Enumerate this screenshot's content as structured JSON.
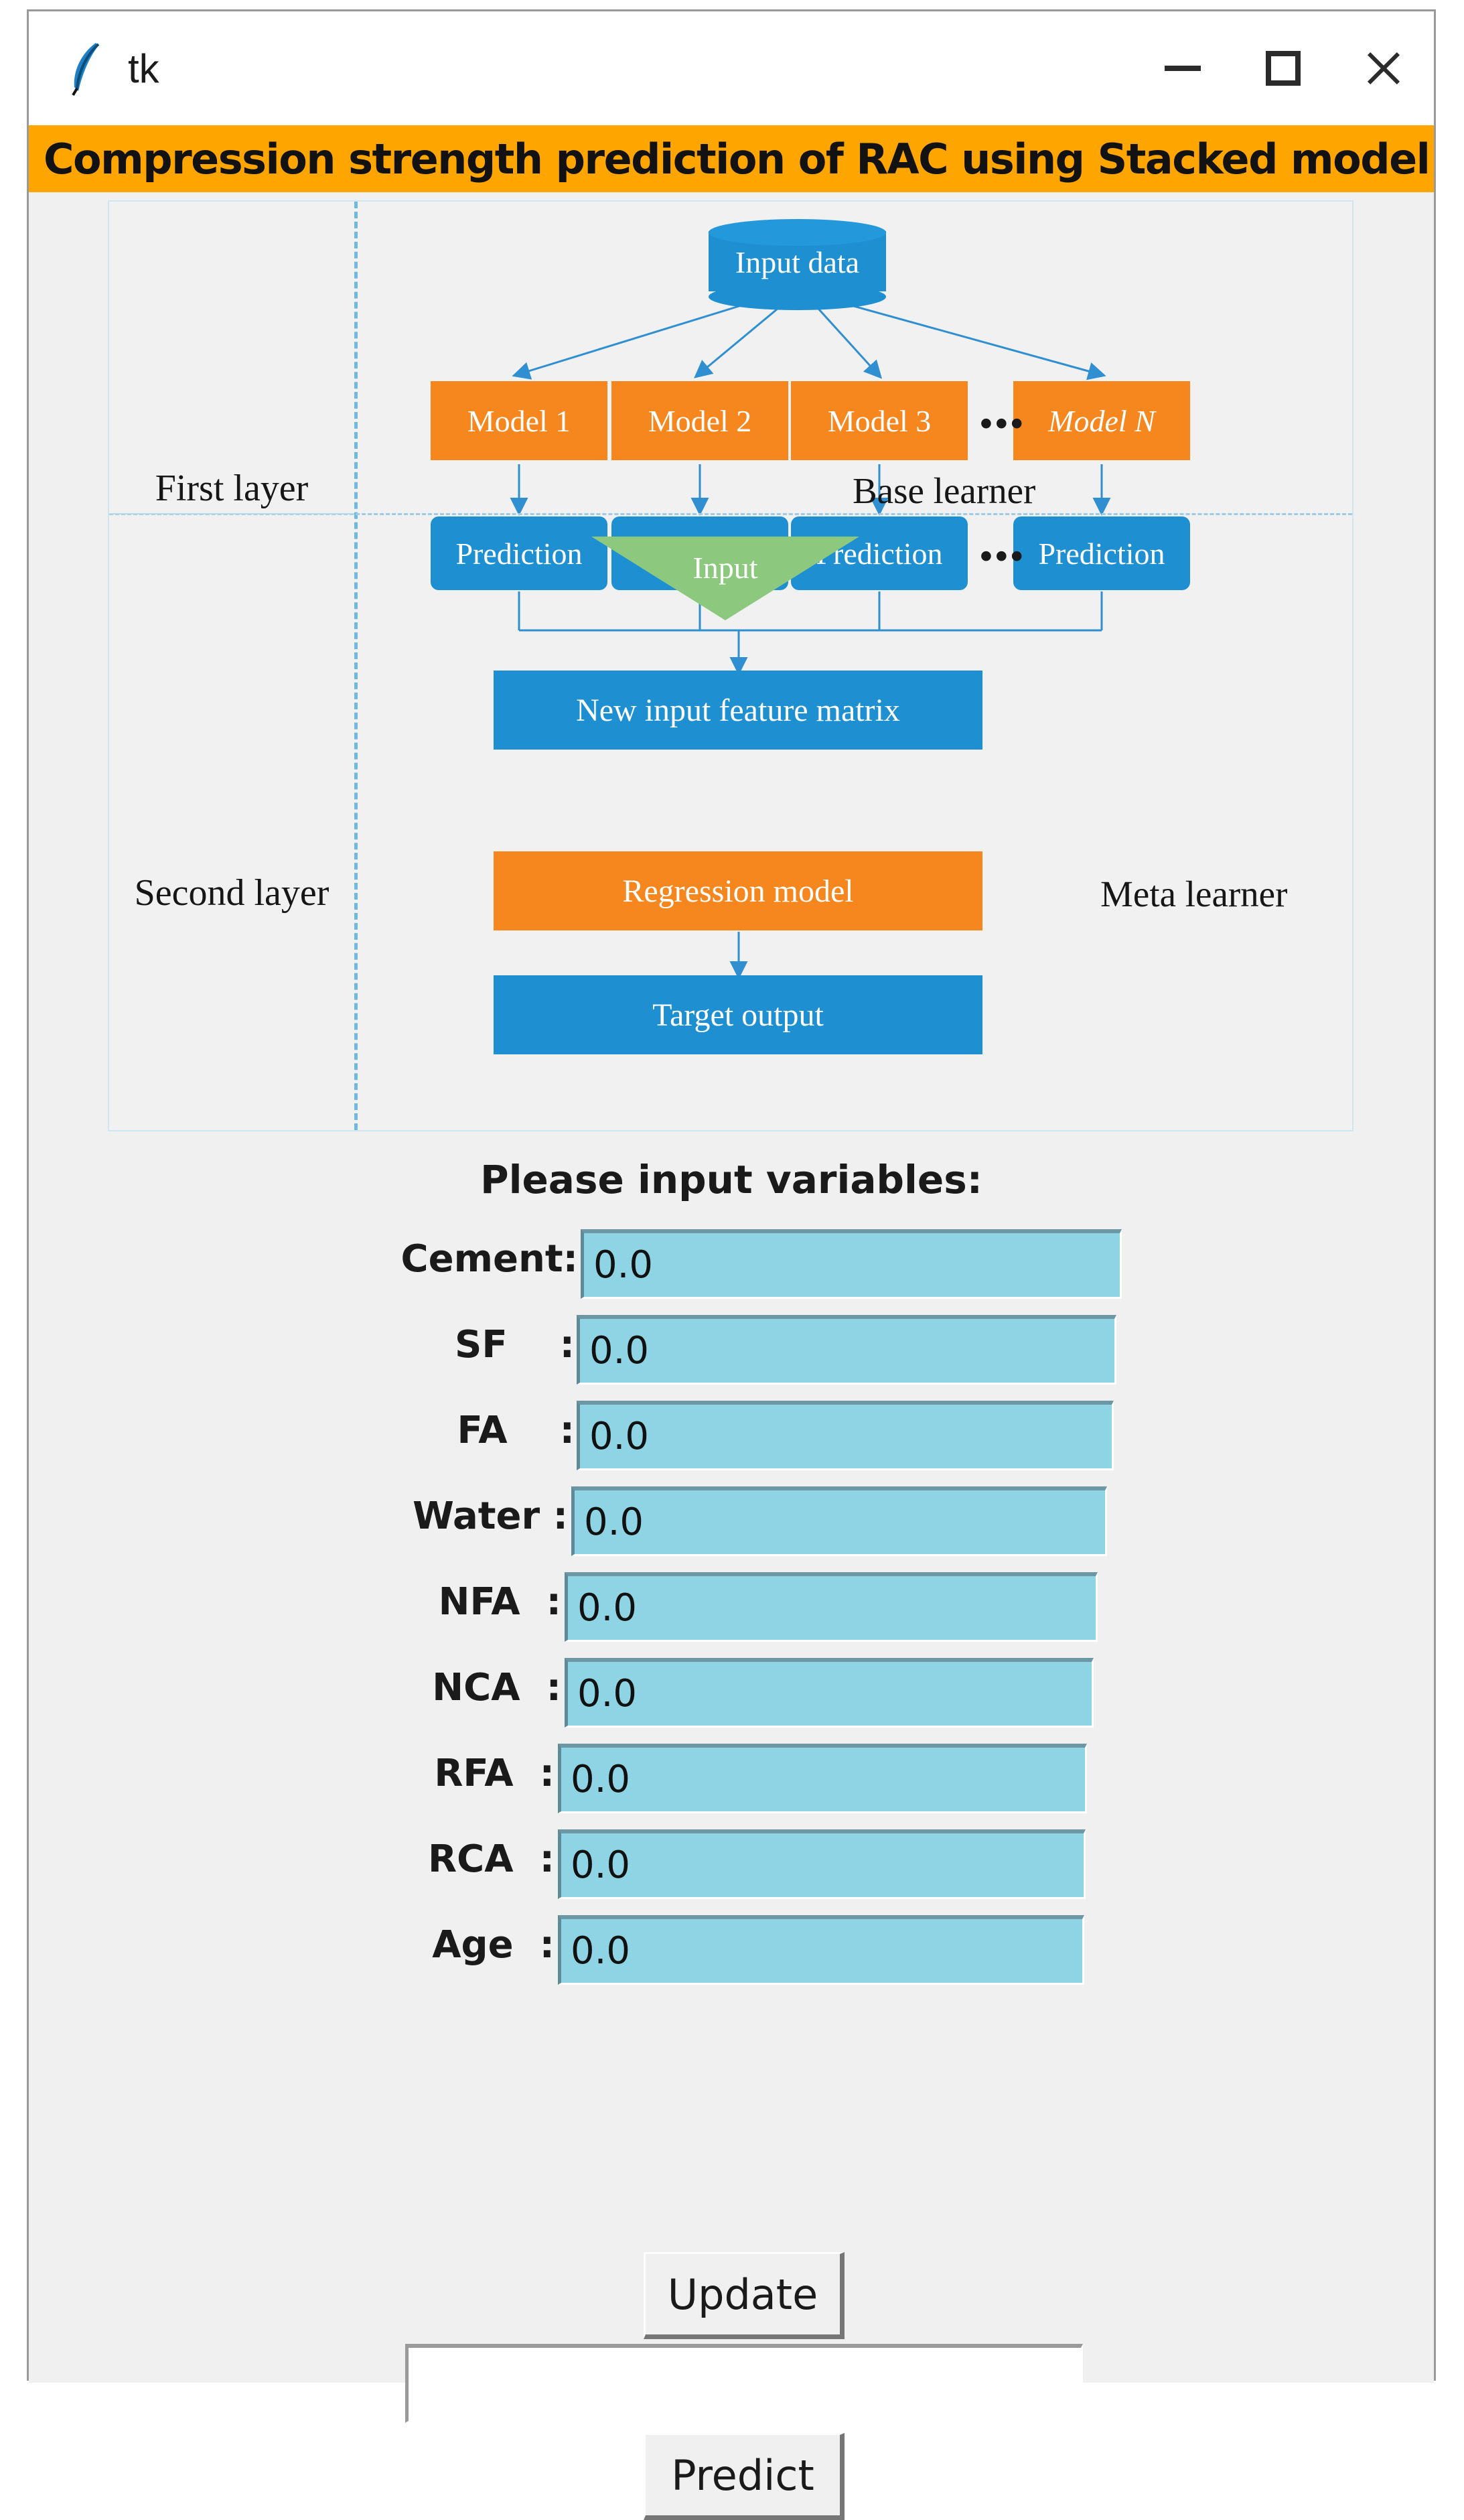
{
  "window": {
    "title": "tk",
    "app_icon": "feather-icon",
    "controls": {
      "minimize": "minimize-icon",
      "maximize": "maximize-icon",
      "close": "close-icon"
    }
  },
  "banner": {
    "text": "Compression strength prediction of RAC using Stacked model",
    "background": "#FFA500"
  },
  "diagram": {
    "layers": [
      {
        "label": "First layer"
      },
      {
        "label": "Second layer"
      }
    ],
    "side_labels": {
      "base_learner": "Base learner",
      "meta_learner": "Meta learner"
    },
    "input_data": "Input data",
    "models": [
      "Model 1",
      "Model 2",
      "Model 3",
      "Model N"
    ],
    "model_ellipsis": "•••",
    "predictions": [
      "Prediction",
      "Prediction",
      "Prediction",
      "Prediction"
    ],
    "prediction_ellipsis": "•••",
    "new_feature_matrix": "New input feature matrix",
    "input_arrow_label": "Input",
    "regression_model": "Regression model",
    "target_output": "Target output",
    "colors": {
      "model_orange": "#F6871F",
      "prediction_blue": "#1E90D2",
      "input_green": "#8CC97E",
      "divider_blue": "#6fb8e0"
    }
  },
  "form": {
    "title": "Please input variables:",
    "fields": [
      {
        "label": "Cement:",
        "value": "0.0"
      },
      {
        "label": "SF    :",
        "value": "0.0"
      },
      {
        "label": "FA    :",
        "value": "0.0"
      },
      {
        "label": "Water :",
        "value": "0.0"
      },
      {
        "label": "NFA  :",
        "value": "0.0"
      },
      {
        "label": "NCA  :",
        "value": "0.0"
      },
      {
        "label": "RFA  :",
        "value": "0.0"
      },
      {
        "label": "RCA  :",
        "value": "0.0"
      },
      {
        "label": "Age  :",
        "value": "0.0"
      }
    ],
    "update_button": "Update",
    "predict_button": "Predict",
    "result_value": ""
  }
}
